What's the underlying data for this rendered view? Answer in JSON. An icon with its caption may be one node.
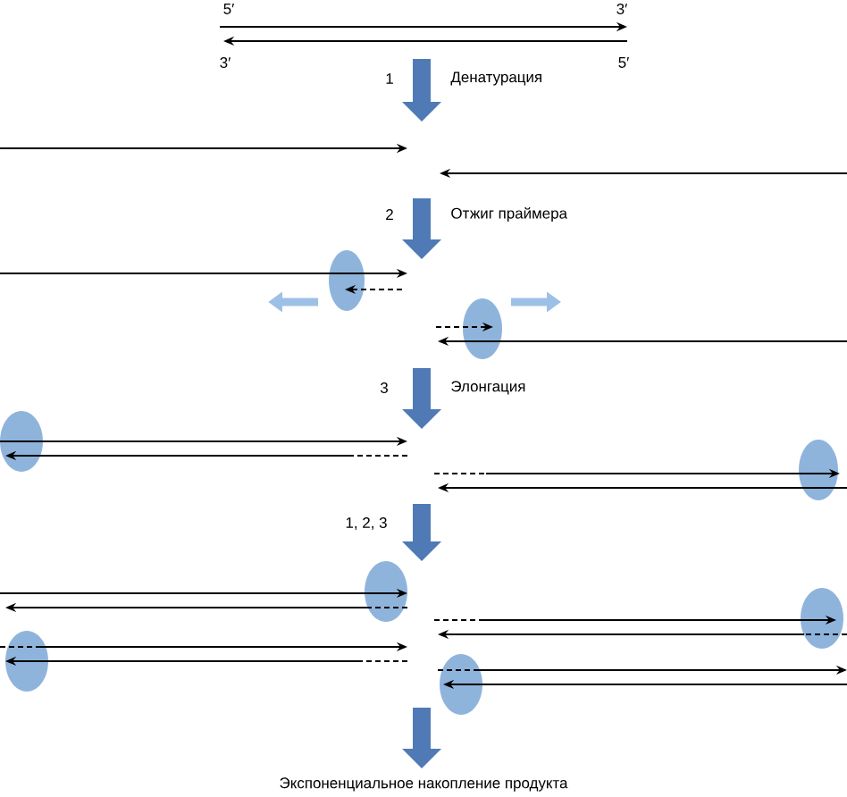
{
  "diagram": {
    "labels": [
      "5′",
      "3′",
      "3′",
      "5′",
      "1",
      "Денатурация",
      "2",
      "Отжиг праймера",
      "3",
      "Элонгация",
      "1, 2, 3",
      "Экспоненциальное накопление продукта"
    ]
  }
}
